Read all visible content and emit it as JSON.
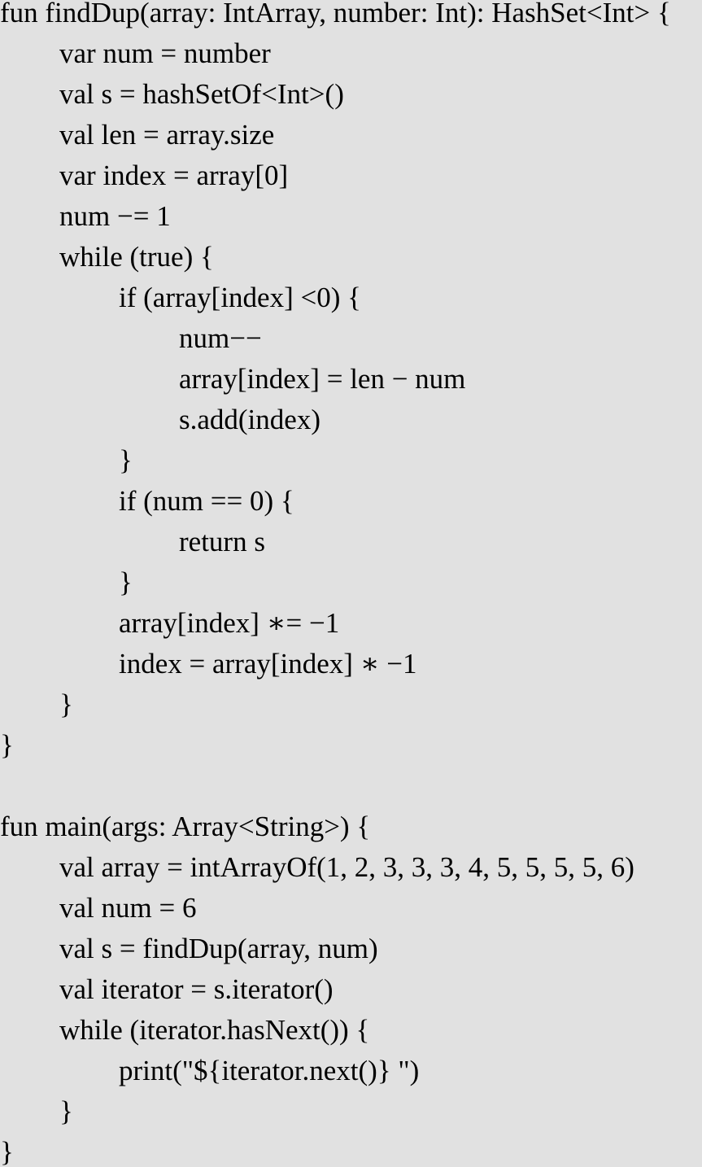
{
  "code": {
    "lines": [
      "fun findDup(array: IntArray, number: Int): HashSet<Int> {",
      "var num = number",
      "val s = hashSetOf<Int>()",
      "val len = array.size",
      "var index = array[0]",
      "num −= 1",
      "while (true) {",
      "if (array[index] <0) {",
      "num−−",
      "array[index] = len − num",
      "s.add(index)",
      "}",
      "if (num == 0) {",
      "return s",
      "}",
      "array[index] ∗= −1",
      "index = array[index] ∗ −1",
      "}",
      "}",
      "",
      "fun main(args: Array<String>) {",
      "val array = intArrayOf(1, 2, 3, 3, 3, 4, 5, 5, 5, 5, 6)",
      "val num = 6",
      "val s = findDup(array, num)",
      "val iterator = s.iterator()",
      "while (iterator.hasNext()) {",
      "print(\"${iterator.next()} \")",
      "}",
      "}"
    ]
  }
}
